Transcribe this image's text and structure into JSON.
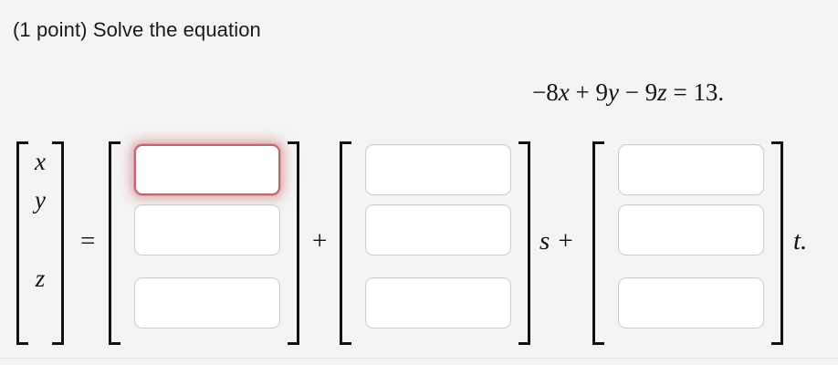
{
  "problem": {
    "points_label": "(1 point) Solve the equation",
    "equation": {
      "full": "−8x + 9y − 9z = 13.",
      "lhs_term1_coeff": "−8",
      "lhs_term1_var": "x",
      "op1": "+",
      "lhs_term2_coeff": "9",
      "lhs_term2_var": "y",
      "op2": "−",
      "lhs_term3_coeff": "9",
      "lhs_term3_var": "z",
      "equals": "=",
      "rhs": "13."
    }
  },
  "solution_row": {
    "variable_vector": {
      "entries": [
        "x",
        "y",
        "z"
      ]
    },
    "equals_sign": "=",
    "operator_plus": "+",
    "parameter_s": "s +",
    "parameter_t": "t.",
    "vectors": [
      {
        "name": "particular-solution-vector",
        "inputs": [
          {
            "value": "",
            "placeholder": "",
            "focused": true
          },
          {
            "value": "",
            "placeholder": "",
            "focused": false
          },
          {
            "value": "",
            "placeholder": "",
            "focused": false
          }
        ]
      },
      {
        "name": "free-parameter-s-vector",
        "inputs": [
          {
            "value": "",
            "placeholder": "",
            "focused": false
          },
          {
            "value": "",
            "placeholder": "",
            "focused": false
          },
          {
            "value": "",
            "placeholder": "",
            "focused": false
          }
        ]
      },
      {
        "name": "free-parameter-t-vector",
        "inputs": [
          {
            "value": "",
            "placeholder": "",
            "focused": false
          },
          {
            "value": "",
            "placeholder": "",
            "focused": false
          },
          {
            "value": "",
            "placeholder": "",
            "focused": false
          }
        ]
      }
    ]
  },
  "colors": {
    "page_background": "#f4f4f4",
    "text": "#1a1a1a",
    "input_border": "#cccccc",
    "input_border_focused": "#c0666d",
    "input_glow": "#d0767c",
    "bracket": "#111111",
    "input_fill": "#ffffff"
  }
}
